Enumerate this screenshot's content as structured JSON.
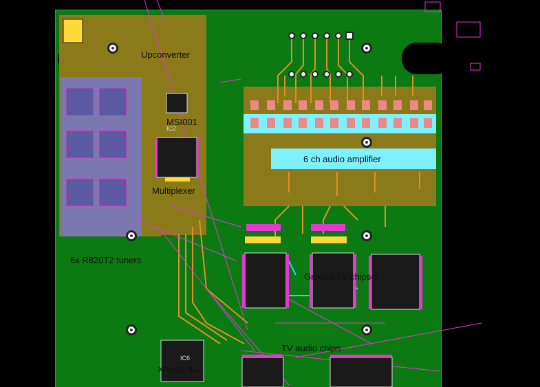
{
  "labels": {
    "upconverter": "Upconverter",
    "msi001": "MSI001",
    "multiplexer": "Multiplexer",
    "tuners": "6x R820T2 tuners",
    "audio_amp": "6 ch audio amplifier",
    "chipset": "Ground TV chipset",
    "audio_chips": "TV audio chips",
    "xmega": "xmega a1u",
    "ic6": "IC6",
    "ic2": "IC2"
  },
  "colors": {
    "board": "#0b7a12",
    "copper_pour": "#8a7a1a",
    "tuner_shield": "#7a78b8",
    "amp_band": "#7ef0ff",
    "trace_orange": "#e0902a",
    "trace_magenta": "#e23ad0",
    "trace_cyan": "#2ad8e8"
  }
}
